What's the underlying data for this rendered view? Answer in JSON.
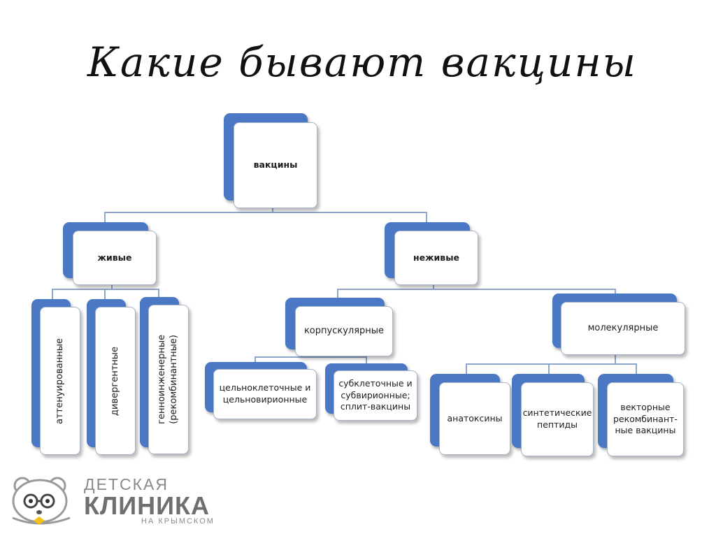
{
  "title": "Какие бывают вакцины",
  "diagram": {
    "root": "вакцины",
    "level1": {
      "live": "живые",
      "nonlive": "неживые"
    },
    "live_children": {
      "attenuated": "аттенуированные",
      "divergent": "дивергентные",
      "genetic_line1": "генноинженерные",
      "genetic_line2": "(рекомбинантные)"
    },
    "nonlive_children": {
      "corpuscular": "корпускулярные",
      "molecular": "молекулярные"
    },
    "corpuscular_children": {
      "whole_cell_line1": "цельноклеточные и",
      "whole_cell_line2": "цельновирионные",
      "subcell_line1": "субклеточные и",
      "subcell_line2": "субвирионные;",
      "subcell_line3": "сплит-вакцины"
    },
    "molecular_children": {
      "toxoids": "анатоксины",
      "synthetic_line1": "синтетические",
      "synthetic_line2": "пептиды",
      "vector_line1": "векторные",
      "vector_line2": "рекомбинант-",
      "vector_line3": "ные вакцины"
    }
  },
  "logo": {
    "line1": "ДЕТСКАЯ",
    "line2": "КЛИНИКА",
    "line3": "НА КРЫМСКОМ"
  }
}
